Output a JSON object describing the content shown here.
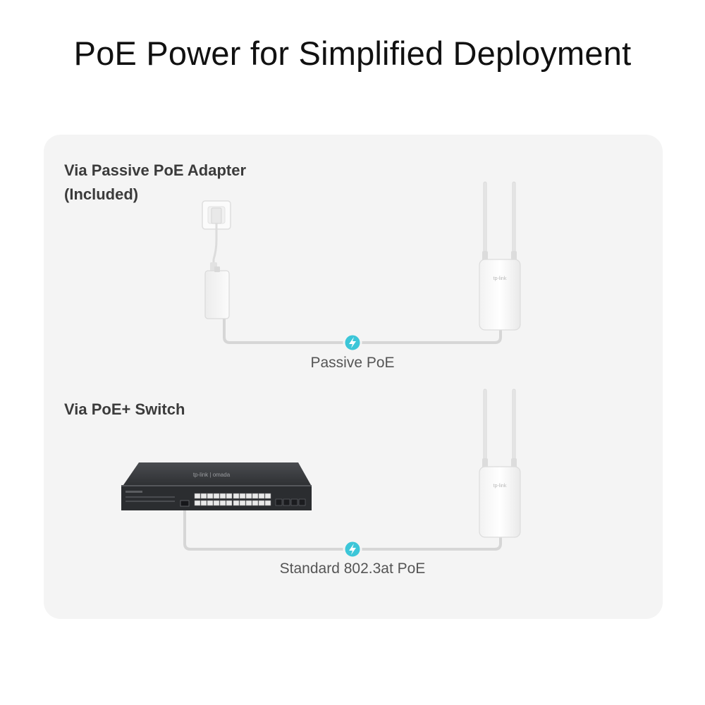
{
  "title": "PoE Power for Simplified Deployment",
  "sections": [
    {
      "label_line1": "Via Passive PoE Adapter",
      "label_line2": "(Included)",
      "link_label": "Passive PoE"
    },
    {
      "label_line1": "Via PoE+ Switch",
      "link_label": "Standard 802.3at PoE"
    }
  ],
  "device_logo": "tp-link",
  "switch_logo": "tp-link | omada",
  "colors": {
    "background": "#ffffff",
    "panel": "#f4f4f4",
    "cable": "#d6d6d6",
    "power_badge": "#3cc6d8",
    "switch_body": "#2e3033"
  },
  "icons": [
    "power-bolt-icon",
    "wall-outlet-icon",
    "poe-adapter-icon",
    "access-point-icon",
    "poe-switch-icon"
  ]
}
